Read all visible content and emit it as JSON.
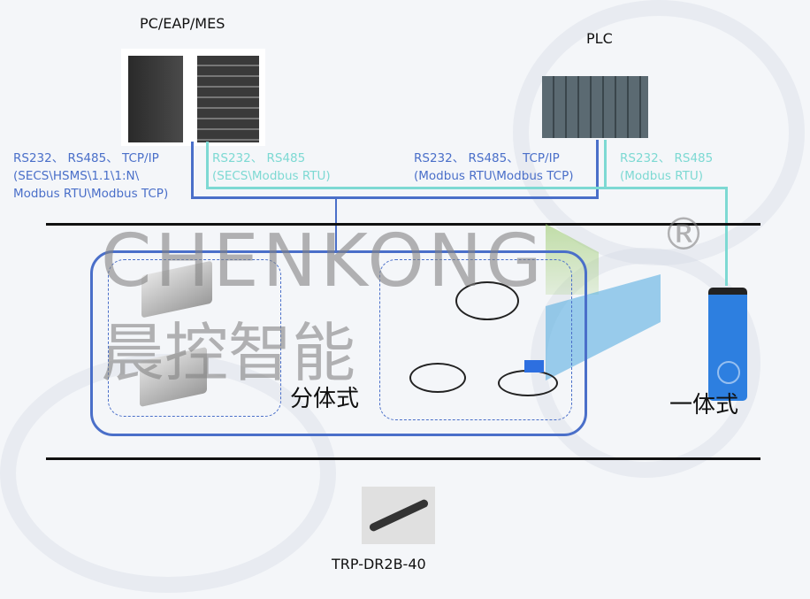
{
  "nodes": {
    "pc_title": "PC/EAP/MES",
    "plc_title": "PLC",
    "split_type": "分体式",
    "integrated_type": "一体式",
    "tag_model": "TRP-DR2B-40"
  },
  "protocols": {
    "pc_blue": [
      "RS232、 RS485、 TCP/IP",
      "(SECS\\HSMS\\1.1\\1:N\\",
      "Modbus RTU\\Modbus TCP)"
    ],
    "pc_cyan": [
      "RS232、 RS485",
      "(SECS\\Modbus RTU)"
    ],
    "plc_blue": [
      "RS232、 RS485、 TCP/IP",
      "(Modbus RTU\\Modbus TCP)"
    ],
    "plc_cyan": [
      "RS232、 RS485",
      "(Modbus RTU)"
    ]
  },
  "watermark": {
    "brand_en": "CHENKONG",
    "brand_cn": "晨控智能",
    "registered": "®"
  },
  "colors": {
    "blue": "#4a6fc9",
    "cyan": "#7dd9d3",
    "device_blue": "#2d7fe0"
  }
}
